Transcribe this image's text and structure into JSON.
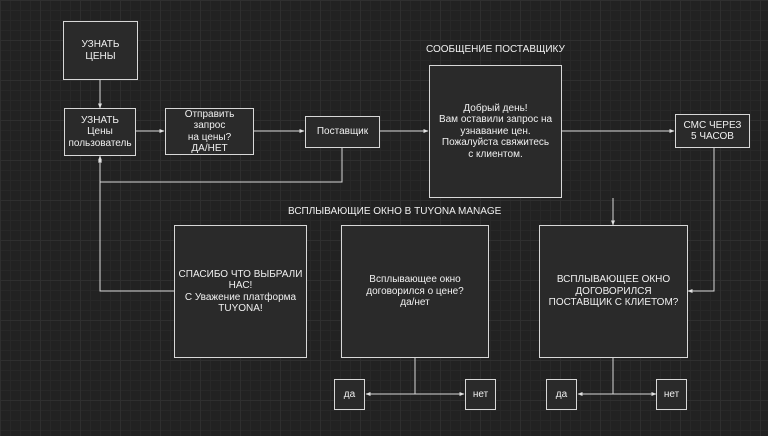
{
  "titles": {
    "supplier_message": "СООБЩЕНИЕ ПОСТАВЩИКУ",
    "popups": "ВСПЛЫВАЮЩИЕ ОКНО В TUYONA MANAGE"
  },
  "nodes": {
    "find_prices": "УЗНАТЬ\nЦЕНЫ",
    "find_user_prices": "УЗНАТЬ\nЦены\nпользователь",
    "send_request": "Отправить\nзапрос\nна цены?\nДА/НЕТ",
    "supplier": "Поставщик",
    "message": "Добрый день!\nВам оставили запрос на\nузнавание цен.\nПожалуйста свяжитесь\nс клиентом.",
    "sms": "СМС ЧЕРЕЗ\n5 ЧАСОВ",
    "thanks": "СПАСИБО ЧТО ВЫБРАЛИ\nНАС!\nС Уважение платформа\nTUYONA!",
    "popup_price": "Всплывающее окно\nдоговорился о цене?\nда/нет",
    "popup_supplier": "ВСПЛЫВАЮЩЕЕ ОКНО\nДОГОВОРИЛСЯ\nПОСТАВЩИК С КЛИЕТОМ?",
    "yes_1": "да",
    "no_1": "нет",
    "yes_2": "да",
    "no_2": "нет"
  }
}
